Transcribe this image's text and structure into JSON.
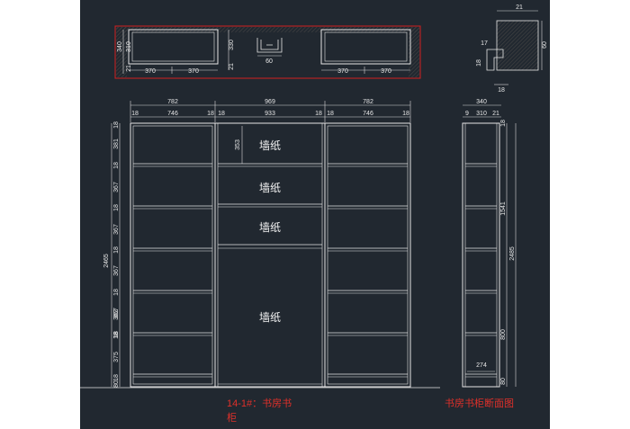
{
  "colors": {
    "background": "#212830",
    "line": "#e6e6e6",
    "dimension": "#d8d8d8",
    "title_red": "#e0302a",
    "frame_red": "#d42020",
    "hatch": "#3a3a3a"
  },
  "plan_view": {
    "left_dims": [
      "340",
      "310",
      "21"
    ],
    "left_cabinet_dims": [
      "370",
      "370"
    ],
    "center_dims": [
      "330",
      "21"
    ],
    "center_detail_dim": "60",
    "right_cabinet_dims": [
      "370",
      "370"
    ]
  },
  "section_detail": {
    "dims": [
      "21",
      "60",
      "17",
      "18",
      "18"
    ]
  },
  "front_elevation": {
    "top_widths": [
      "782",
      "969",
      "782"
    ],
    "left_inner_dims": [
      "18",
      "746",
      "18"
    ],
    "center_inner_dims": [
      "18",
      "933",
      "18"
    ],
    "right_inner_dims": [
      "18",
      "746",
      "18"
    ],
    "overall_height": "2465",
    "left_shelf_dims": [
      "18",
      "381",
      "18",
      "367",
      "18",
      "367",
      "18",
      "367",
      "18",
      "367",
      "18",
      "362",
      "18",
      "375",
      "18",
      "80"
    ],
    "center_top_dim": "353",
    "wallpaper_labels": [
      "墙纸",
      "墙纸",
      "墙纸",
      "墙纸"
    ]
  },
  "side_section": {
    "top_widths": [
      "340"
    ],
    "inner_dims": [
      "9",
      "310",
      "21"
    ],
    "right_dims": [
      "18",
      "1541",
      "2485",
      "800",
      "80"
    ],
    "bottom_dim": "274"
  },
  "titles": {
    "elevation_title_line1": "14-1#：书房书",
    "elevation_title_line2": "柜",
    "section_title": "书房书柜断面图"
  }
}
